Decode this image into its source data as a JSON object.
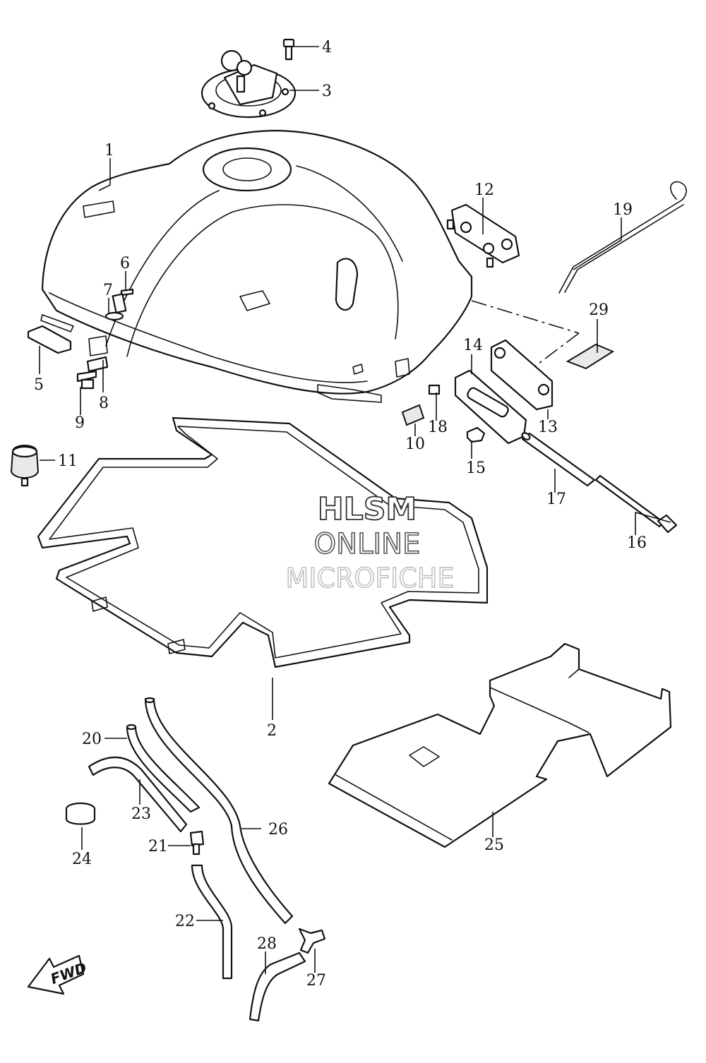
{
  "watermark": {
    "line1": "HLSM",
    "line2": "ONLINE",
    "line3": "MICROFICHE"
  },
  "fwd_label": "FWD",
  "callouts": {
    "c1": "1",
    "c2": "2",
    "c3": "3",
    "c4": "4",
    "c5": "5",
    "c6": "6",
    "c7": "7",
    "c8": "8",
    "c9": "9",
    "c10": "10",
    "c11": "11",
    "c12": "12",
    "c13": "13",
    "c14": "14",
    "c15": "15",
    "c16": "16",
    "c17": "17",
    "c18": "18",
    "c19": "19",
    "c20": "20",
    "c21": "21",
    "c22": "22",
    "c23": "23",
    "c24": "24",
    "c25": "25",
    "c26": "26",
    "c27": "27",
    "c28": "28",
    "c29": "29"
  }
}
